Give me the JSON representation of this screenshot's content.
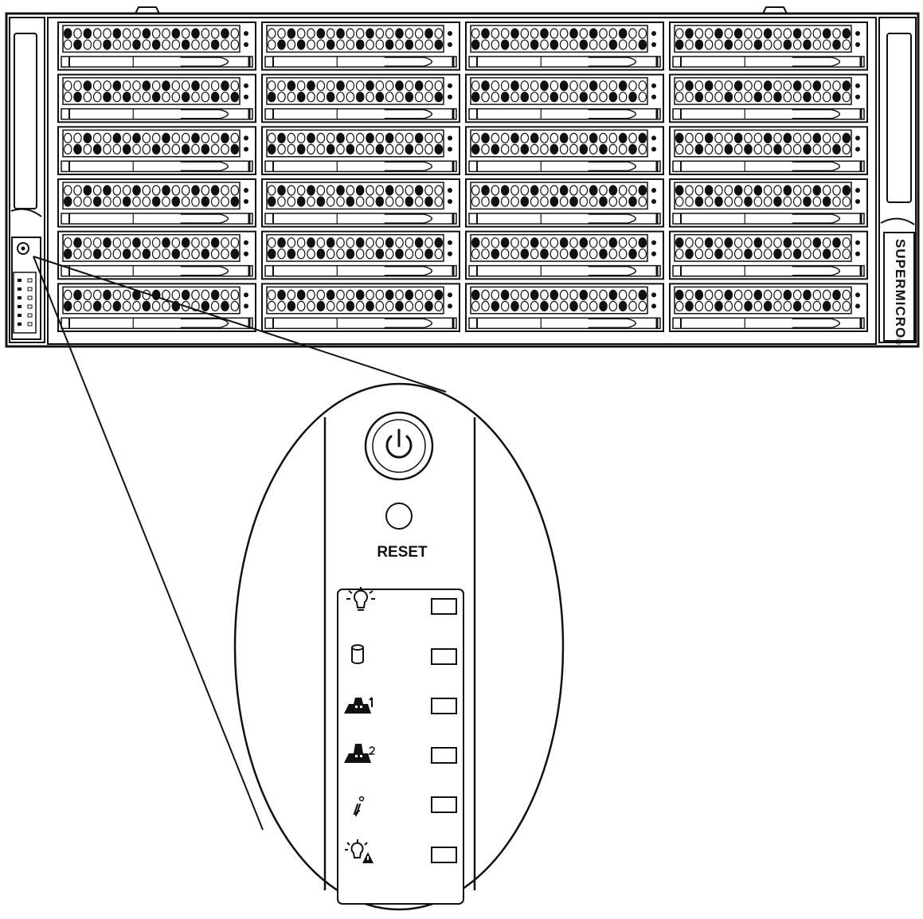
{
  "figure": {
    "brand_label": "SUPERMICRO",
    "brand_mark": "®",
    "reset_label": "RESET",
    "drive_bays": {
      "rows": 6,
      "columns": 4
    },
    "led_indicators": [
      {
        "icon": "power-led-icon"
      },
      {
        "icon": "hdd-activity-icon"
      },
      {
        "icon": "network-1-icon"
      },
      {
        "icon": "network-2-icon"
      },
      {
        "icon": "info-icon"
      },
      {
        "icon": "power-fail-icon"
      }
    ]
  },
  "colors": {
    "line": "#111111",
    "background": "#ffffff",
    "bay_fill": "#f4f4f4"
  }
}
